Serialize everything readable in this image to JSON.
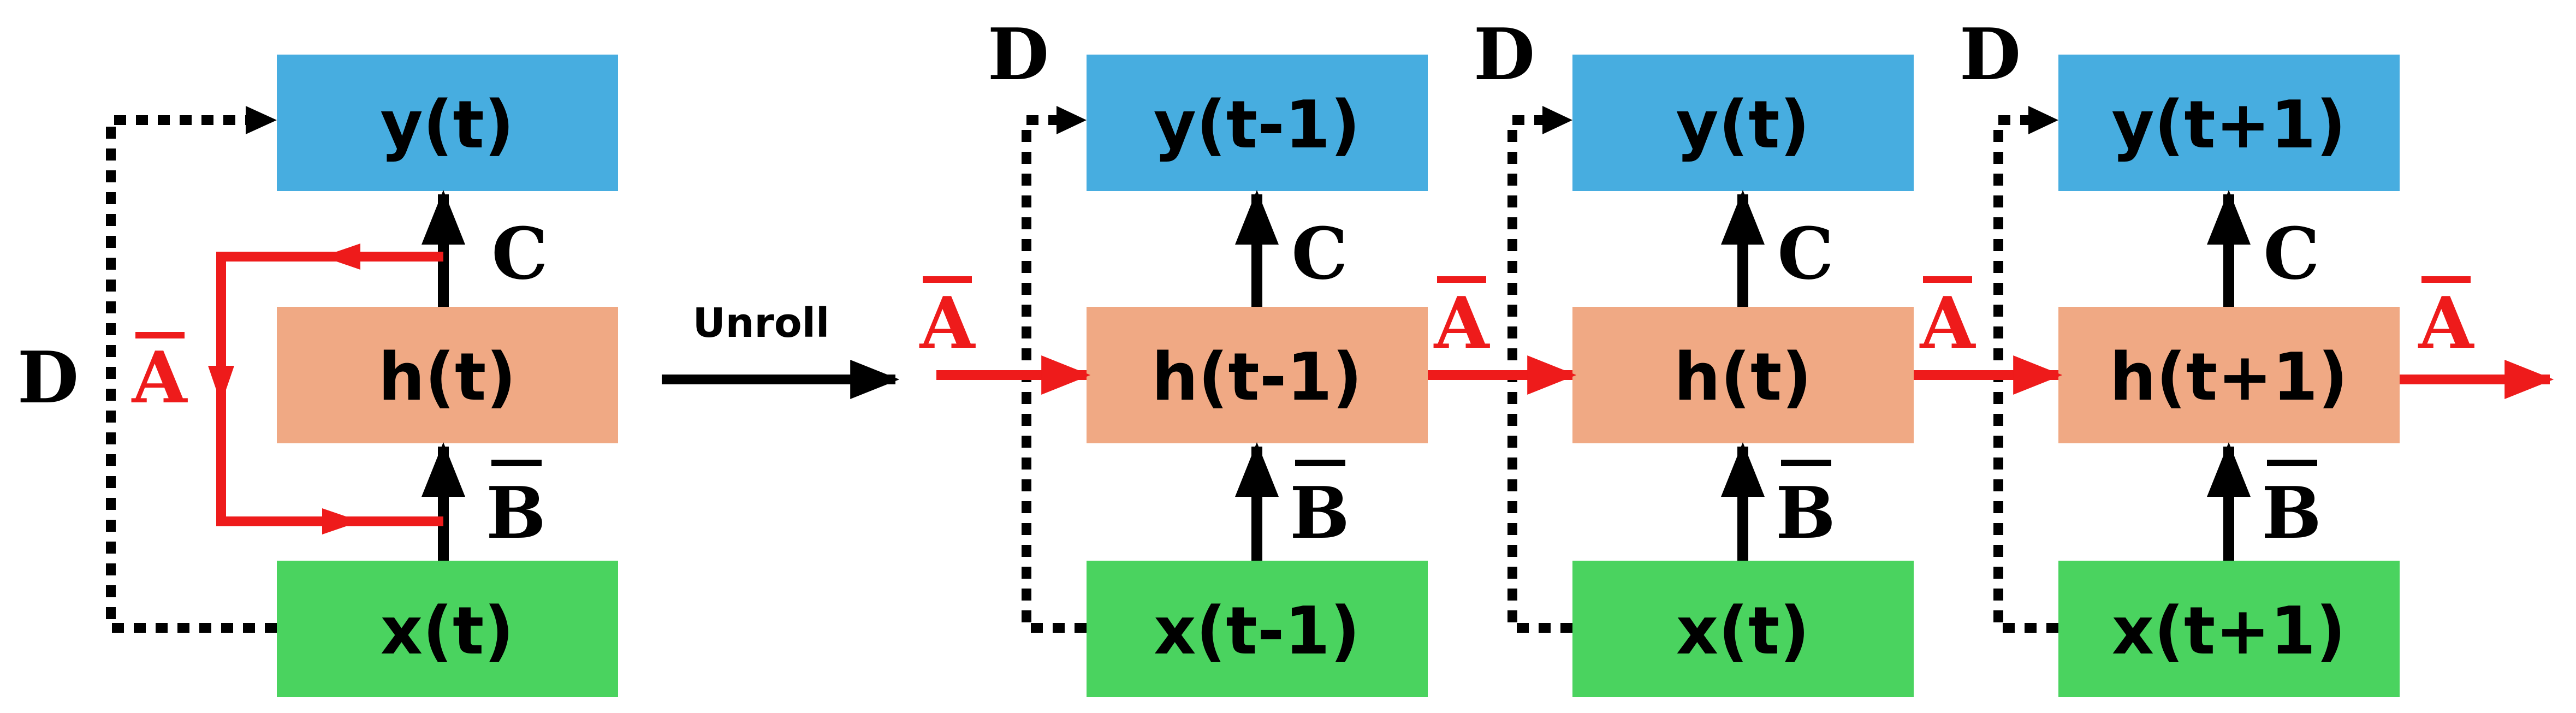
{
  "colors": {
    "output_box": "#47ade0",
    "state_box": "#f0a984",
    "input_box": "#4ad35f",
    "recurrent_arrow": "#ee1b1b",
    "arrow": "#000000"
  },
  "rolled": {
    "output": "y(t)",
    "state": "h(t)",
    "input": "x(t)",
    "label_C": "C",
    "label_B": "B",
    "label_A": "A",
    "label_D": "D"
  },
  "unroll_label": "Unroll",
  "steps": [
    {
      "output": "y(t-1)",
      "state": "h(t-1)",
      "input": "x(t-1)",
      "label_C": "C",
      "label_B": "B",
      "label_D": "D",
      "label_A": "A"
    },
    {
      "output": "y(t)",
      "state": "h(t)",
      "input": "x(t)",
      "label_C": "C",
      "label_B": "B",
      "label_D": "D",
      "label_A": "A"
    },
    {
      "output": "y(t+1)",
      "state": "h(t+1)",
      "input": "x(t+1)",
      "label_C": "C",
      "label_B": "B",
      "label_D": "D",
      "label_A": "A"
    }
  ],
  "final_label_A": "A"
}
